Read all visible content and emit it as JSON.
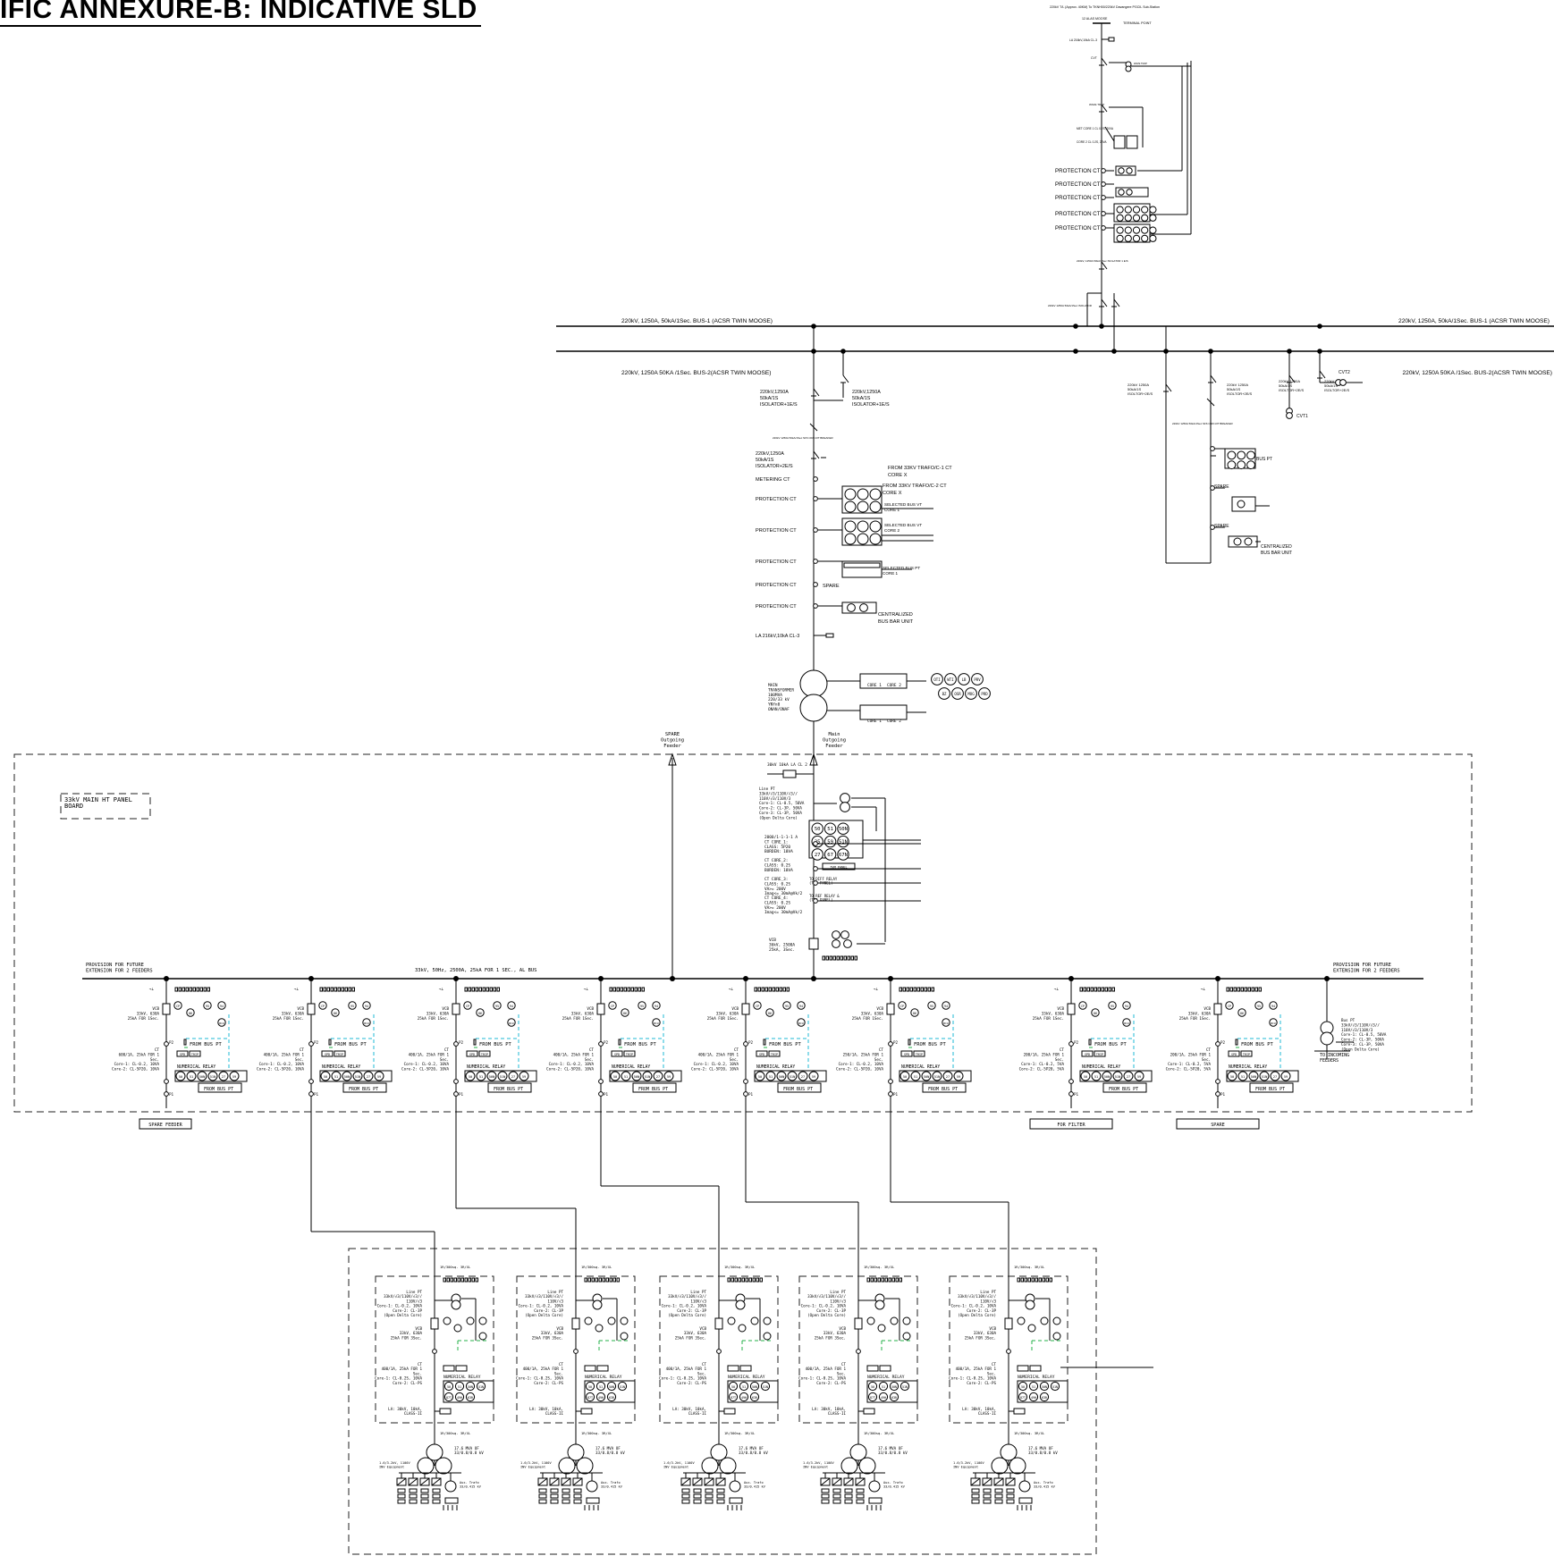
{
  "title": "IFIC ANNEXURE-B: INDICATIVE SLD",
  "incoming": {
    "source": "220kV T/L (Approx. 40KM) To TKNH00/220kV Davangere PGCIL Sub-Station",
    "conductor": "12 ALAS MOOSE",
    "terminal_point": "TERMINAL POINT",
    "la": "LA 216kV,10kA CL-3",
    "cvt": "CVT",
    "wave_trap": "WAVE TRAP",
    "met_core": "MET CORE 1 CL 0.2S, 20VA",
    "core2": "CORE 2 CL 0.2S, 20VA",
    "isolator1": "220kV, 1250A 50kA/1Sec ISOLATOR 1 E/S",
    "isolator2": "220kV 1250A 50kA/1Sec ISOLATOR"
  },
  "protection_ct_labels": [
    "PROTECTION CT",
    "PROTECTION CT",
    "PROTECTION CT",
    "PROTECTION CT",
    "PROTECTION CT"
  ],
  "bus1": {
    "label_left": "220kV, 1250A, 50kA/1Sec. BUS-1 (ACSR TWIN MOOSE)",
    "label_right": "220kV, 1250A, 50kA/1Sec. BUS-1 (ACSR TWIN MOOSE)"
  },
  "bus2": {
    "label_left": "220kV, 1250A 50KA /1Sec. BUS-2(ACSR TWIN MOOSE)",
    "label_right": "220kV, 1250A 50KA /1Sec. BUS-2(ACSR TWIN MOOSE)"
  },
  "transformer_bay": {
    "iso_a": [
      "220kV,1250A",
      "50kA/1S",
      "ISOLATOR+1E/S"
    ],
    "iso_b": [
      "220kV,1250A",
      "50kA/1S",
      "ISOLATOR+1E/S"
    ],
    "breaker": "220kV 1250A 50kA/1Sec SF6 CIRCUIT BREAKER",
    "iso_c": [
      "220kV,1250A",
      "50kA/1S",
      "ISOLATOR+2E/S"
    ],
    "metering_ct": "METERING CT",
    "protection_ct": "PROTECTION CT",
    "spare": "SPARE",
    "la": "LA 216kV,10kA CL-3",
    "from_trafo_1": [
      "FROM 33KV TRAFO/C-1 CT",
      "CORE X"
    ],
    "from_trafo_2": [
      "FROM 33KV TRAFO/C-2 CT",
      "CORE X"
    ],
    "selected_bus_vt1": [
      "SELECTED BUS VT",
      "CORE 1"
    ],
    "selected_bus_vt2": [
      "SELECTED BUS VT",
      "CORE 2"
    ],
    "selected_bus_pt": [
      "SELECTED BUS PT",
      "CORE 1"
    ],
    "centralized": [
      "CENTRALIZED",
      "BUS BAR UNIT"
    ],
    "transformer": [
      "MAIN",
      "TRANSFORMER",
      "100MVA",
      "220/33 kV",
      "YNYn0",
      "ONAN/ONAF"
    ],
    "core1": "CORE 1",
    "core2": "CORE 2",
    "relays": [
      "OTI",
      "WTI",
      "LB",
      "PRV",
      "BZ",
      "OSR",
      "MOG",
      "PRD"
    ]
  },
  "bus_coupler": {
    "iso1": [
      "220kV 1250A",
      "50kA/1S",
      "ISOLTOR+2E/S"
    ],
    "iso2": [
      "220kV 1250A",
      "50kA/1S",
      "ISOLTOR+2E/S"
    ],
    "iso3": [
      "220kV 1250A",
      "50kA/1S",
      "ISOLTOR+2E/S"
    ],
    "breaker": "220kV 1250A 50kA/1Sec SF6 CIRCUIT BREAKER",
    "bus_pt": "BUS PT",
    "spare1": "SPARE",
    "spare2": "SPARE",
    "centralized": [
      "CENTRALIZED",
      "BUS BAR UNIT"
    ],
    "cvt1": "CVT1",
    "cvt2": "CVT2"
  },
  "panel": {
    "label": [
      "33kV MAIN HT PANEL",
      "BOARD"
    ],
    "spare_outgoing": [
      "SPARE",
      "Outgoing",
      "Feeder"
    ],
    "main_outgoing": [
      "Main",
      "Outgoing",
      "Feeder"
    ],
    "la": "30kV 10kA LA CL 2",
    "line_pt": [
      "Line PT",
      "33kV/√3/110V/√3//",
      "110V/√3/110V/3",
      "Core-1: CL-0.5, 50VA",
      "Core-2: CL-3P, 50VA",
      "Core-3: CL-3P, 50VA",
      "(Open Delta Core)"
    ],
    "ct_main": [
      "2000/1-1-1-1 A",
      "CT CORE_1:",
      "CLASS: 5P20",
      "BURDEN: 10VA"
    ],
    "ct_core2": [
      "CT CORE_2:",
      "CLASS: 0.2S",
      "BURDEN: 10VA"
    ],
    "ct_core3": [
      "CT CORE_3:",
      "CLASS: 0.2S",
      "VA>= 200V",
      "Imag<= 30mA@Vk/2"
    ],
    "ct_core4": [
      "CT CORE_4:",
      "CLASS: 0.2S",
      "VA>= 200V",
      "Imag<= 30mA@Vk/2"
    ],
    "diff_relay": [
      "TO DIFF RELAY",
      "(TRF PANEL)"
    ],
    "ref_relay": [
      "TO REF RELAY &",
      "(TRF PANEL)"
    ],
    "vcb_main": [
      "VCB",
      "36kV, 2500A",
      "25kA, 3Sec."
    ],
    "bus_label": "33kV, 50Hz, 2500A, 25kA FOR 1 SEC., AL BUS",
    "provision_left": [
      "PROVISION FOR FUTURE",
      "EXTENSION FOR 2 FEEDERS"
    ],
    "provision_right": [
      "PROVISION FOR FUTURE",
      "EXTENSION FOR 2 FEEDERS"
    ],
    "relay_main": [
      "50",
      "51",
      "50N",
      "25",
      "59",
      "51N",
      "27",
      "67",
      "67N"
    ],
    "tvm_labels": [
      "TVM",
      "PANEL"
    ],
    "bus_pt_right": [
      "Bus PT",
      "33kV/√3/110V/√3//",
      "110V/√3/110V/3",
      "Core-1: CL-0.5, 50VA",
      "Core-2: CL-3P, 50VA",
      "Core-3: CL-3P, 50VA",
      "(Open Delta Core)"
    ],
    "to_incoming": [
      "TO INCOMING",
      "FEEDERS"
    ]
  },
  "feeders": [
    {
      "vcb": [
        "VCB",
        "33kV, 630A",
        "25kA FOR 1Sec."
      ],
      "ct": [
        "CT",
        "600/1A, 25kA FOR 1",
        "Sec.",
        "Core-1: CL-0.2, 10VA",
        "Core-2: CL-5P20, 10VA"
      ],
      "below": "SPARE FEEDER"
    },
    {
      "vcb": [
        "VCB",
        "33kV, 630A",
        "25kA FOR 1Sec."
      ],
      "ct": [
        "CT",
        "400/1A, 25kA FOR 1",
        "Sec.",
        "Core-1: CL-0.2, 10VA",
        "Core-2: CL-5P20, 10VA"
      ],
      "below": ""
    },
    {
      "vcb": [
        "VCB",
        "33kV, 630A",
        "25kA FOR 1Sec."
      ],
      "ct": [
        "CT",
        "400/1A, 25kA FOR 1",
        "Sec.",
        "Core-1: CL-0.2, 10VA",
        "Core-2: CL-5P20, 10VA"
      ],
      "below": ""
    },
    {
      "vcb": [
        "VCB",
        "33kV, 630A",
        "25kA FOR 1Sec."
      ],
      "ct": [
        "CT",
        "400/1A, 25kA FOR 1",
        "Sec.",
        "Core-1: CL-0.2, 10VA",
        "Core-2: CL-5P20, 10VA"
      ],
      "below": ""
    },
    {
      "vcb": [
        "VCB",
        "33kV, 630A",
        "25kA FOR 1Sec."
      ],
      "ct": [
        "CT",
        "400/1A, 25kA FOR 1",
        "Sec.",
        "Core-1: CL-0.2, 10VA",
        "Core-2: CL-5P20, 10VA"
      ],
      "below": ""
    },
    {
      "vcb": [
        "VCB",
        "33kV, 630A",
        "25kA FOR 1Sec."
      ],
      "ct": [
        "CT",
        "250/1A, 25kA FOR 1",
        "Sec.",
        "Core-1: CL-0.2, 10VA",
        "Core-2: CL-5P20, 10VA"
      ],
      "below": ""
    },
    {
      "vcb": [
        "VCB",
        "33kV, 630A",
        "25kA FOR 1Sec."
      ],
      "ct": [
        "CT",
        "200/1A, 25kA FOR 1",
        "Sec.",
        "Core-1: CL-0.2, 5VA",
        "Core-2: CL-5P20, 5VA"
      ],
      "below": "FOR FILTER"
    },
    {
      "vcb": [
        "VCB",
        "33kV, 630A",
        "25kA FOR 1Sec."
      ],
      "ct": [
        "CT",
        "200/1A, 25kA FOR 1",
        "Sec.",
        "Core-1: CL-0.2, 5VA",
        "Core-2: CL-5P20, 5VA"
      ],
      "below": "SPARE"
    }
  ],
  "feeder_common": {
    "from_bus_pt": "FROM BUS PT",
    "numerical_relay": "NUMERICAL RELAY",
    "relay_codes": [
      "50",
      "51",
      "50N",
      "51N",
      "27",
      "59"
    ],
    "top_relays": [
      "CP",
      "95",
      "86",
      "94",
      "BCU"
    ],
    "sf_labels": [
      "SPD",
      "TRIP"
    ],
    "p1": "P1",
    "p2": "P2"
  },
  "inverter_blocks": [
    {
      "line_pt": [
        "Line PT",
        "33kV/√3/110V/√3//",
        "110V/√3",
        "Core-1: CL-0.2, 10VA",
        "Core-2: CL-3P",
        "(Open Delta Core)"
      ],
      "vcb": [
        "VCB",
        "33kV, 630A",
        "25kA FOR 3Sec."
      ],
      "ct": [
        "CT",
        "400/1A, 25kA FOR 1",
        "Sec.",
        "Core-1: CL-0.2S, 10VA",
        "Core-2: CL-PS"
      ],
      "la": [
        "LA: 30kV, 10kA,",
        "CLASS-II"
      ]
    },
    {
      "line_pt": [
        "Line PT",
        "33kV/√3/110V/√3//",
        "110V/√3",
        "Core-1: CL-0.2, 10VA",
        "Core-2: CL-3P",
        "(Open Delta Core)"
      ],
      "vcb": [
        "VCB",
        "33kV, 630A",
        "25kA FOR 3Sec."
      ],
      "ct": [
        "CT",
        "400/1A, 25kA FOR 1",
        "Sec.",
        "Core-1: CL-0.2S, 10VA",
        "Core-2: CL-PS"
      ],
      "la": [
        "LA: 30kV, 10kA,",
        "CLASS-II"
      ]
    },
    {
      "line_pt": [
        "Line PT",
        "33kV/√3/110V/√3//",
        "110V/√3",
        "Core-1: CL-0.2, 10VA",
        "Core-2: CL-3P",
        "(Open Delta Core)"
      ],
      "vcb": [
        "VCB",
        "33kV, 630A",
        "25kA FOR 3Sec."
      ],
      "ct": [
        "CT",
        "400/1A, 25kA FOR 1",
        "Sec.",
        "Core-1: CL-0.2S, 10VA",
        "Core-2: CL-PS"
      ],
      "la": [
        "LA: 30kV, 10kA,",
        "CLASS-II"
      ]
    },
    {
      "line_pt": [
        "Line PT",
        "33kV/√3/110V/√3//",
        "110V/√3",
        "Core-1: CL-0.2, 10VA",
        "Core-2: CL-3P",
        "(Open Delta Core)"
      ],
      "vcb": [
        "VCB",
        "33kV, 630A",
        "25kA FOR 3Sec."
      ],
      "ct": [
        "CT",
        "400/1A, 25kA FOR 1",
        "Sec.",
        "Core-1: CL-0.2S, 10VA",
        "Core-2: CL-PS"
      ],
      "la": [
        "LA: 30kV, 10kA,",
        "CLASS-II"
      ]
    },
    {
      "line_pt": [
        "Line PT",
        "33kV/√3/110V/√3//",
        "110V/√3",
        "Core-1: CL-0.2, 10VA",
        "Core-2: CL-3P",
        "(Open Delta Core)"
      ],
      "vcb": [
        "VCB",
        "33kV, 630A",
        "25kA FOR 3Sec."
      ],
      "ct": [
        "CT",
        "400/1A, 25kA FOR 1",
        "Sec.",
        "Core-1: CL-0.2S, 10VA",
        "Core-2: CL-PS"
      ],
      "la": [
        "LA: 30kV, 10kA,",
        "CLASS-II"
      ]
    }
  ],
  "inverter_common": {
    "cable_tag": "1R/300sq. 3R/XL",
    "numerical_relay": "NUMERICAL RELAY",
    "relay_codes": [
      "50",
      "51",
      "50N",
      "51N",
      "87T",
      "49H",
      "63R"
    ],
    "trafo_rating": [
      "17.6 MVA OF",
      "33/0.8/0.8 kV"
    ],
    "inv_tag": [
      "1.6/3.2kV, 1100V",
      "INV Equipment"
    ],
    "aux_tag": [
      "Aux. Trafo",
      "33/0.415 kV"
    ]
  }
}
